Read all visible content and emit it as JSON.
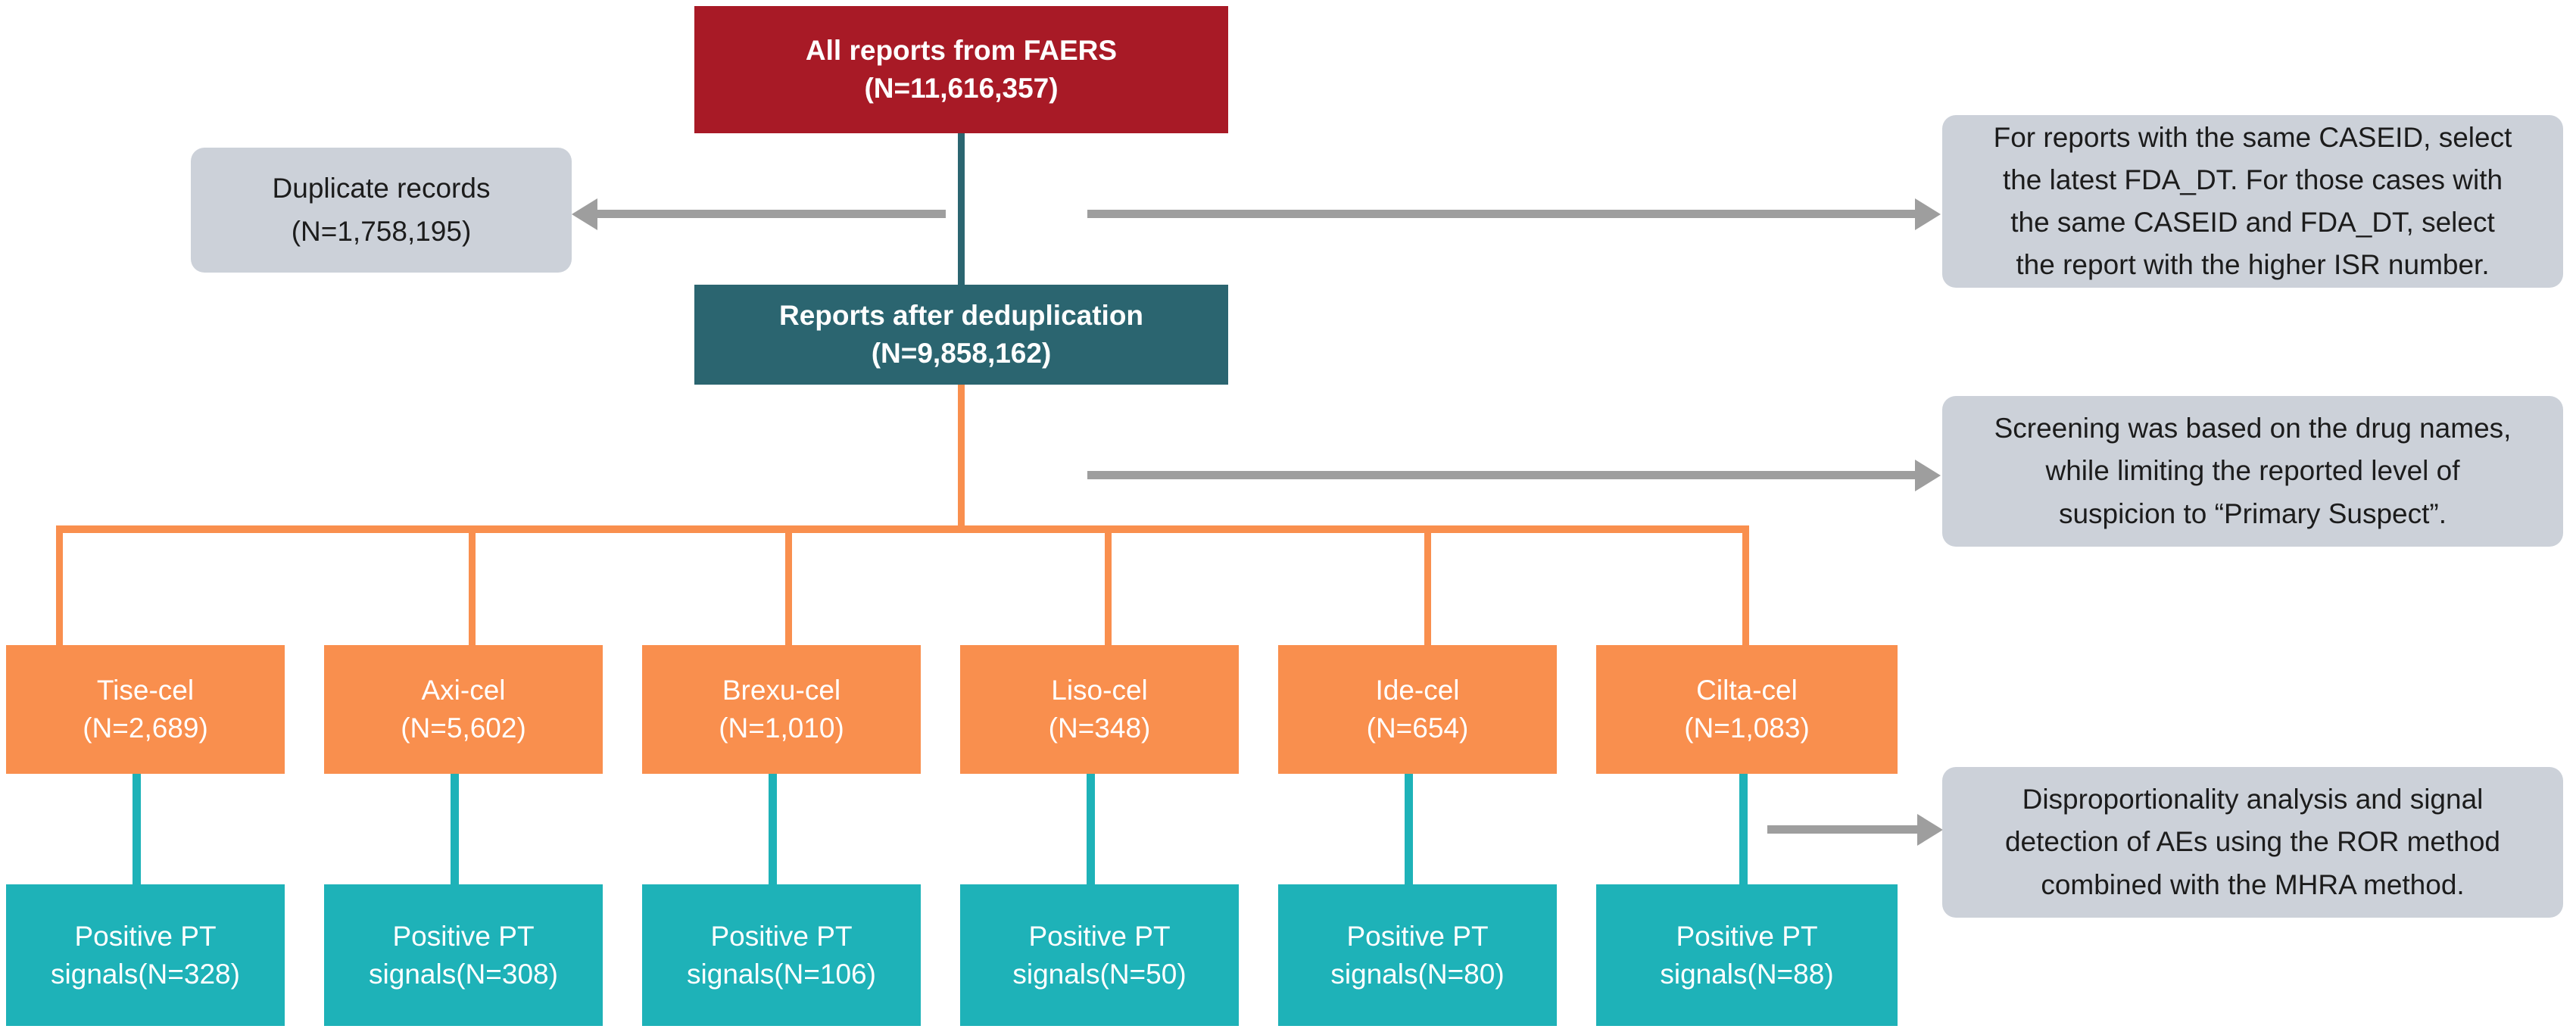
{
  "diagram": {
    "title": "FAERS CAR-T adverse event signal detection flowchart",
    "colors": {
      "source_box": "#A81A26",
      "dedup_box": "#2B6570",
      "drug_box": "#F98F4E",
      "signal_box": "#1EB2B8",
      "note_box": "#CCD1D9",
      "arrow": "#9E9E9E"
    }
  },
  "nodes": {
    "source": {
      "line1": "All reports from FAERS",
      "line2": "(N=11,616,357)"
    },
    "duplicates": {
      "line1": "Duplicate records",
      "line2": "(N=1,758,195)"
    },
    "dedup": {
      "line1": "Reports after deduplication",
      "line2": "(N=9,858,162)"
    }
  },
  "notes": [
    {
      "id": "note-dedup-rule",
      "lines": [
        "For reports with the same CASEID, select",
        "the latest FDA_DT. For those cases with",
        "the same CASEID and FDA_DT, select",
        "the report with the higher ISR number."
      ]
    },
    {
      "id": "note-screening-rule",
      "lines": [
        "Screening was based on the drug names,",
        "while limiting the reported level of",
        "suspicion to “Primary Suspect”."
      ]
    },
    {
      "id": "note-analysis-rule",
      "lines": [
        "Disproportionality analysis and signal",
        "detection of AEs using the ROR method",
        "combined with the MHRA method."
      ]
    }
  ],
  "drugs": [
    {
      "name": "Tise-cel",
      "count": "(N=2,689)",
      "signal_line1": "Positive PT",
      "signal_line2": "signals(N=328)"
    },
    {
      "name": "Axi-cel",
      "count": "(N=5,602)",
      "signal_line1": "Positive PT",
      "signal_line2": "signals(N=308)"
    },
    {
      "name": "Brexu-cel",
      "count": "(N=1,010)",
      "signal_line1": "Positive PT",
      "signal_line2": "signals(N=106)"
    },
    {
      "name": "Liso-cel",
      "count": "(N=348)",
      "signal_line1": "Positive PT",
      "signal_line2": "signals(N=50)"
    },
    {
      "name": "Ide-cel",
      "count": "(N=654)",
      "signal_line1": "Positive PT",
      "signal_line2": "signals(N=80)"
    },
    {
      "name": "Cilta-cel",
      "count": "(N=1,083)",
      "signal_line1": "Positive PT",
      "signal_line2": "signals(N=88)"
    }
  ]
}
